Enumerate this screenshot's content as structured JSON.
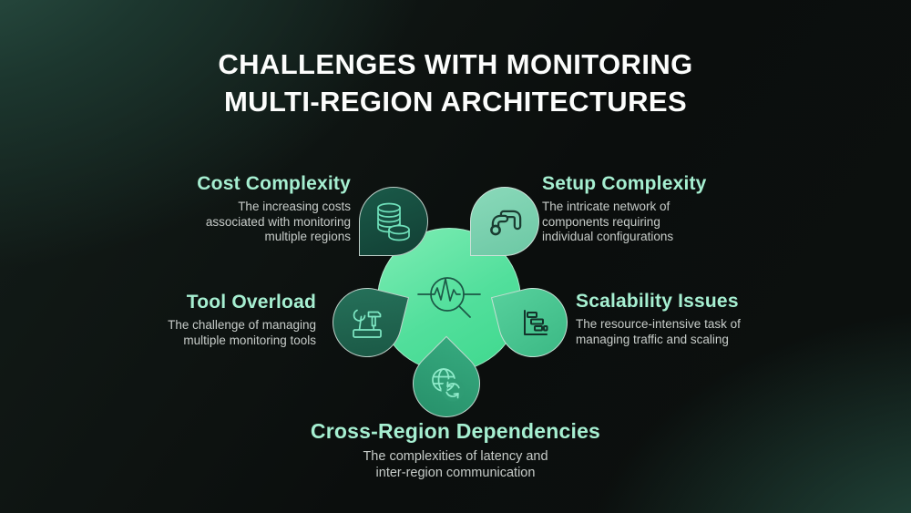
{
  "title": {
    "line1": "CHALLENGES WITH MONITORING",
    "line2": "MULTI-REGION ARCHITECTURES"
  },
  "colors": {
    "accent_mint": "#A6EFD1",
    "body_text": "#C7CCC9",
    "title_text": "#FCFDFC",
    "center_circle": "#52DF9C",
    "petal_cost": "#174F41",
    "petal_setup": "#7CD1B0",
    "petal_tool": "#20624E",
    "petal_scalability": "#48C491",
    "petal_cross": "#2F9C74"
  },
  "center": {
    "icon": "magnifier-pulse-icon"
  },
  "challenges": [
    {
      "key": "cost",
      "heading": "Cost Complexity",
      "lines": [
        "The increasing costs",
        "associated with monitoring",
        "multiple regions"
      ],
      "icon": "coin-stack-icon"
    },
    {
      "key": "setup",
      "heading": "Setup Complexity",
      "lines": [
        "The intricate network of",
        "components requiring",
        "individual configurations"
      ],
      "icon": "pipeline-icon"
    },
    {
      "key": "tool",
      "heading": "Tool Overload",
      "lines": [
        "The challenge of managing",
        "multiple monitoring tools"
      ],
      "icon": "tools-icon"
    },
    {
      "key": "scalability",
      "heading": "Scalability Issues",
      "lines": [
        "The resource-intensive task of",
        "managing traffic and scaling"
      ],
      "icon": "gantt-chart-icon"
    },
    {
      "key": "cross_region",
      "heading": "Cross-Region Dependencies",
      "lines": [
        "The complexities of latency and",
        "inter-region communication"
      ],
      "icon": "globe-sync-icon"
    }
  ]
}
